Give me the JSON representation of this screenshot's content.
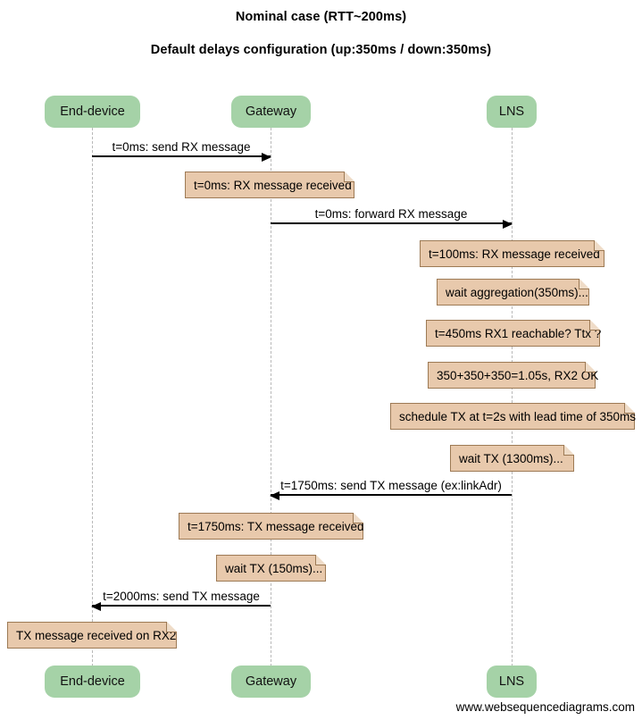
{
  "diagram": {
    "tool_footer": "www.websequencediagrams.com",
    "title_main": "Nominal case (RTT~200ms)",
    "title_sub": "Default delays configuration (up:350ms / down:350ms)",
    "colors": {
      "participant_fill": "#a5d2a7",
      "note_fill": "#e8c9ac",
      "note_border": "#9d7a55",
      "lifeline": "#b9b9b9",
      "arrow": "#000000",
      "background": "#ffffff"
    }
  },
  "participants": [
    {
      "id": "end-device",
      "label": "End-device"
    },
    {
      "id": "gateway",
      "label": "Gateway"
    },
    {
      "id": "lns",
      "label": "LNS"
    }
  ],
  "messages": [
    {
      "id": "m1",
      "label": "t=0ms: send RX message",
      "from": "end-device",
      "to": "gateway",
      "direction": "right"
    },
    {
      "id": "m2",
      "label": "t=0ms: forward RX message",
      "from": "gateway",
      "to": "lns",
      "direction": "right"
    },
    {
      "id": "m3",
      "label": "t=1750ms: send TX message (ex:linkAdr)",
      "from": "lns",
      "to": "gateway",
      "direction": "left"
    },
    {
      "id": "m4",
      "label": "t=2000ms: send TX message",
      "from": "gateway",
      "to": "end-device",
      "direction": "left"
    }
  ],
  "notes": [
    {
      "id": "n1",
      "label": "t=0ms: RX message received",
      "over": "gateway"
    },
    {
      "id": "n2",
      "label": "t=100ms: RX message received",
      "over": "lns"
    },
    {
      "id": "n3",
      "label": "wait aggregation(350ms)...",
      "over": "lns"
    },
    {
      "id": "n4",
      "label": "t=450ms RX1 reachable? Ttx ?",
      "over": "lns"
    },
    {
      "id": "n5",
      "label": "350+350+350=1.05s, RX2 OK",
      "over": "lns"
    },
    {
      "id": "n6",
      "label": "schedule TX at t=2s with lead time of 350ms",
      "over": "lns"
    },
    {
      "id": "n7",
      "label": "wait TX (1300ms)...",
      "over": "lns"
    },
    {
      "id": "n8",
      "label": "t=1750ms: TX message received",
      "over": "gateway"
    },
    {
      "id": "n9",
      "label": "wait TX (150ms)...",
      "over": "gateway"
    },
    {
      "id": "n10",
      "label": "TX message received on RX2",
      "over": "end-device"
    }
  ]
}
